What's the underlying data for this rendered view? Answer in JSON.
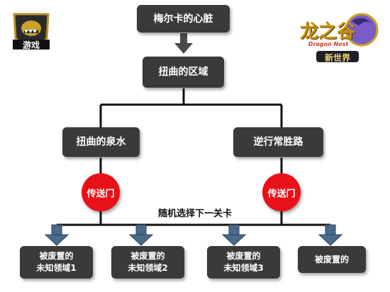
{
  "diagram": {
    "root": "梅尔卡的心脏",
    "level2": "扭曲的区域",
    "branches": [
      "扭曲的泉水",
      "逆行常胜路"
    ],
    "portal_label": "传送门",
    "random_caption": "随机选择下一关卡",
    "leaves": [
      [
        "被废置的",
        "未知领域1"
      ],
      [
        "被废置的",
        "未知领域2"
      ],
      [
        "被废置的",
        "未知领域3"
      ],
      [
        "被废置的",
        ""
      ]
    ]
  },
  "logos": {
    "left_logo_text": "游戏",
    "right_logo_title": "龙之谷",
    "right_logo_sub": "Dragon Nest",
    "right_logo_badge": "新世界"
  },
  "colors": {
    "box": "#3a3a3a",
    "portal": "#e8111a",
    "arrow": "#4a6a8a",
    "line": "#111111"
  }
}
